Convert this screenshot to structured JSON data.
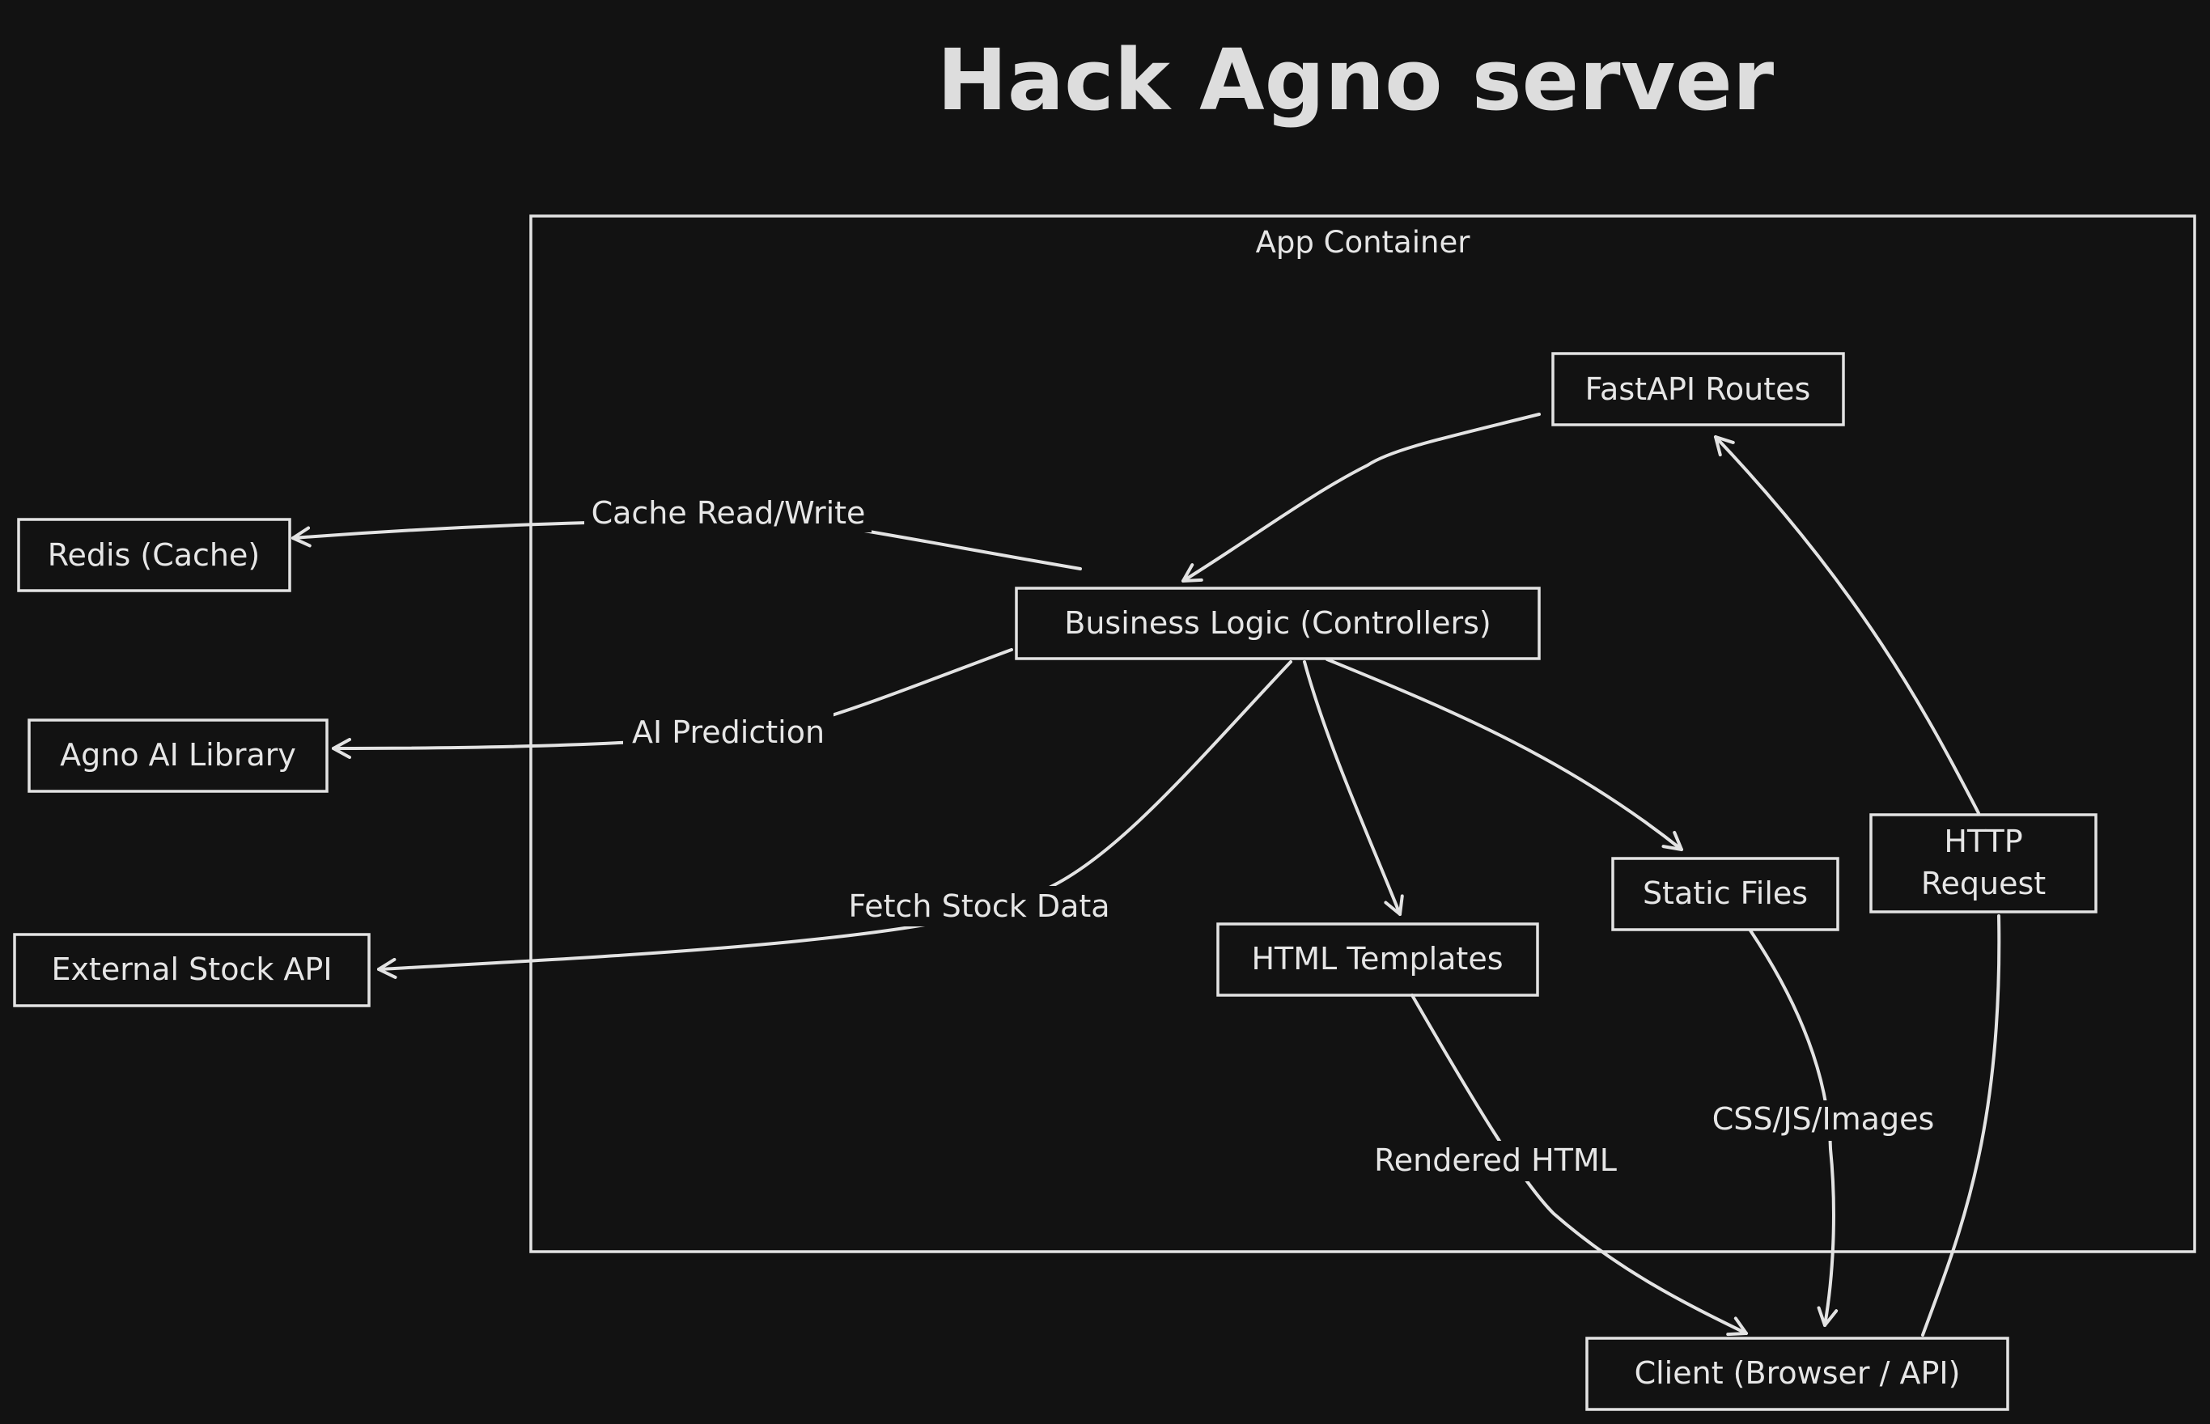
{
  "title": "Hack Agno server",
  "container": {
    "label": "App Container"
  },
  "nodes": {
    "fastapi": "FastAPI Routes",
    "business": "Business Logic (Controllers)",
    "redis": "Redis (Cache)",
    "agno": "Agno AI Library",
    "stock_api": "External Stock API",
    "html_templates": "HTML Templates",
    "static_files": "Static Files",
    "http_request_line1": "HTTP",
    "http_request_line2": "Request",
    "client": "Client (Browser / API)"
  },
  "edges": {
    "cache": "Cache Read/Write",
    "ai": "AI Prediction",
    "fetch": "Fetch Stock Data",
    "rendered": "Rendered HTML",
    "assets": "CSS/JS/Images"
  },
  "colors": {
    "background": "#121212",
    "stroke": "#e3e3e3",
    "text": "#e6e6e6"
  }
}
